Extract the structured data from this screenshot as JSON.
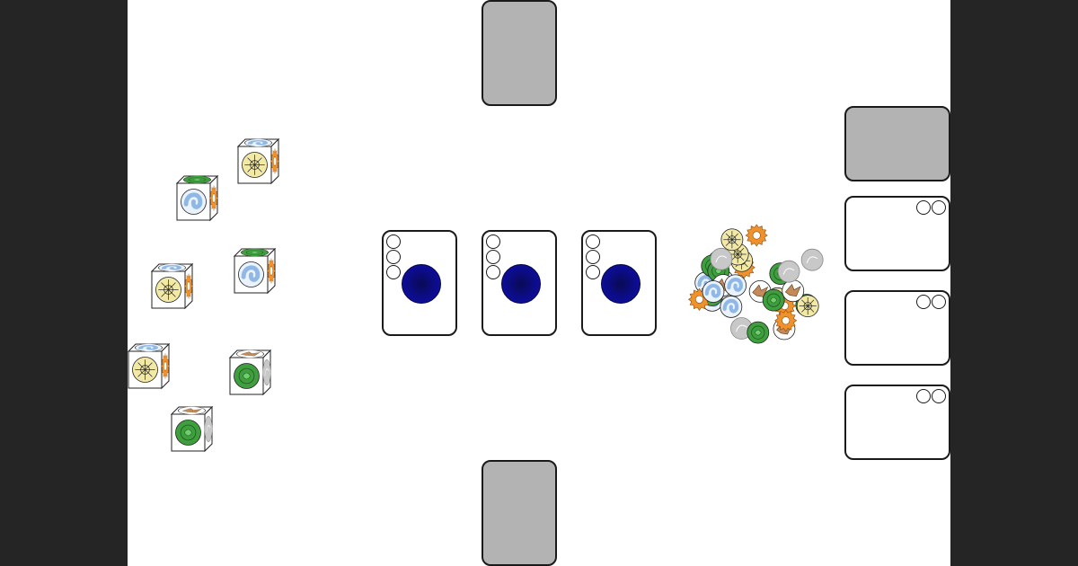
{
  "colors": {
    "background": "#252525",
    "board": "#ffffff",
    "pile": "#b3b3b3",
    "orb": "#0c0c8c",
    "sun": "#f2e9a6",
    "leaf": "#3f9f3f",
    "wave": "#8fb8e6",
    "cog": "#f0922b",
    "bird": "#c48a5a",
    "stone": "#c8c8c8"
  },
  "piles": [
    "draw-pile-top",
    "draw-pile-bottom",
    "draw-pile-right"
  ],
  "center_cards": [
    {
      "slots": 3,
      "orb": "blue"
    },
    {
      "slots": 3,
      "orb": "blue"
    },
    {
      "slots": 3,
      "orb": "blue"
    }
  ],
  "side_cards": [
    {
      "slots": 2
    },
    {
      "slots": 2
    },
    {
      "slots": 2
    }
  ],
  "dice": [
    {
      "front": "sun",
      "top": "wave",
      "side": "cog"
    },
    {
      "front": "wave",
      "top": "leaf",
      "side": "cog"
    },
    {
      "front": "wave",
      "top": "leaf",
      "side": "cog"
    },
    {
      "front": "sun",
      "top": "wave",
      "side": "cog"
    },
    {
      "front": "sun",
      "top": "wave",
      "side": "cog"
    },
    {
      "front": "leaf",
      "top": "bird",
      "side": "stone"
    },
    {
      "front": "leaf",
      "top": "bird",
      "side": "stone"
    }
  ],
  "token_pool": [
    "wave",
    "sun",
    "cog",
    "leaf",
    "bird",
    "stone",
    "cog",
    "wave",
    "sun",
    "leaf",
    "bird",
    "stone",
    "cog",
    "leaf",
    "wave",
    "sun",
    "bird",
    "stone",
    "leaf",
    "cog",
    "wave",
    "sun",
    "leaf",
    "bird",
    "stone",
    "cog",
    "leaf",
    "wave",
    "bird",
    "sun",
    "stone",
    "leaf",
    "cog",
    "wave"
  ]
}
